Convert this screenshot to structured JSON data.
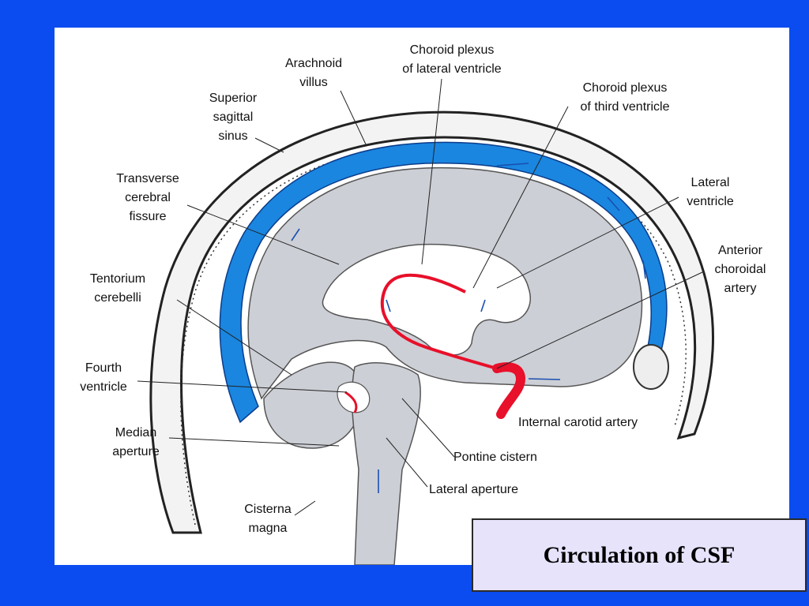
{
  "title": "Circulation of CSF",
  "colors": {
    "background": "#0a4cf0",
    "csf": "#1a86e0",
    "brain": "#cdcfd6",
    "artery": "#e8102a",
    "title_box": "#e7e3fb"
  },
  "labels": {
    "superior_sagittal_sinus": [
      "Superior",
      "sagittal",
      "sinus"
    ],
    "arachnoid_villus": [
      "Arachnoid",
      "villus"
    ],
    "choroid_plexus_lateral": [
      "Choroid plexus",
      "of lateral ventricle"
    ],
    "choroid_plexus_third": [
      "Choroid plexus",
      "of third ventricle"
    ],
    "transverse_cerebral_fissure": [
      "Transverse",
      "cerebral",
      "fissure"
    ],
    "lateral_ventricle": [
      "Lateral",
      "ventricle"
    ],
    "anterior_choroidal_artery": [
      "Anterior",
      "choroidal",
      "artery"
    ],
    "tentorium_cerebelli": [
      "Tentorium",
      "cerebelli"
    ],
    "fourth_ventricle": [
      "Fourth",
      "ventricle"
    ],
    "internal_carotid_artery": "Internal carotid artery",
    "median_aperture": [
      "Median",
      "aperture"
    ],
    "pontine_cistern": "Pontine cistern",
    "lateral_aperture": "Lateral aperture",
    "cisterna_magna": [
      "Cisterna",
      "magna"
    ]
  }
}
